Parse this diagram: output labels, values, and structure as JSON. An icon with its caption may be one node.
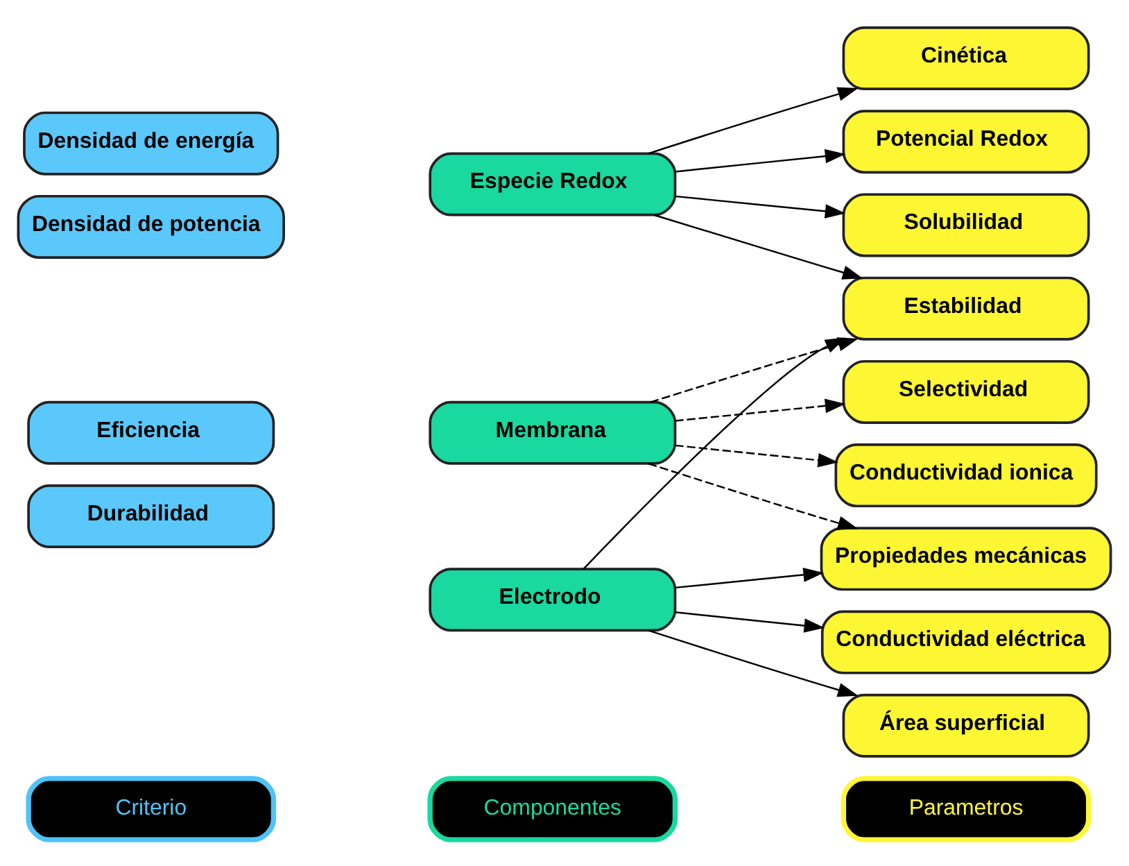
{
  "diagram": {
    "nodes": [
      {
        "text": [
          "Criterio"
        ]
      },
      {
        "text": [
          "Componentes"
        ]
      },
      {
        "text": [
          "Parametros"
        ]
      },
      {
        "text": [
          "Densidad de energía"
        ]
      },
      {
        "text": [
          "Densidad de potencia"
        ]
      },
      {
        "text": [
          "Eficiencia"
        ]
      },
      {
        "text": [
          "Durabilidad"
        ]
      },
      {
        "text": [
          "Especie Redox"
        ]
      },
      {
        "text": [
          "Membrana"
        ]
      },
      {
        "text": [
          "Electrodo"
        ]
      },
      {
        "text": [
          "Cinética"
        ]
      },
      {
        "text": [
          "Potencial Redox"
        ]
      },
      {
        "text": [
          "Solubilidad"
        ]
      },
      {
        "text": [
          "Estabilidad"
        ]
      },
      {
        "text": [
          "Selectividad"
        ]
      },
      {
        "text": [
          "Conductividad ionica"
        ]
      },
      {
        "text": [
          "Propiedades mecánicas"
        ]
      },
      {
        "text": [
          "Área superficial"
        ]
      },
      {
        "text": [
          "Conductividad eléctrica"
        ]
      }
    ],
    "edges": [
      {
        "from": 7,
        "to": 10,
        "arrow": "to"
      },
      {
        "from": 7,
        "to": 11,
        "arrow": "to"
      },
      {
        "from": 7,
        "to": 12,
        "arrow": "to"
      },
      {
        "from": 7,
        "to": 13,
        "arrow": "to"
      },
      {
        "from": 8,
        "to": 13,
        "arrow": "to",
        "style": "dashed"
      },
      {
        "from": 8,
        "to": 14,
        "arrow": "to",
        "style": "dashed"
      },
      {
        "from": 8,
        "to": 15,
        "arrow": "to",
        "style": "dashed"
      },
      {
        "from": 8,
        "to": 16,
        "arrow": "to",
        "style": "dashed"
      },
      {
        "from": 9,
        "to": 13,
        "arrow": "to"
      },
      {
        "from": 9,
        "to": 16,
        "arrow": "to"
      },
      {
        "from": 9,
        "to": 17,
        "arrow": "to"
      },
      {
        "from": 9,
        "to": 18,
        "arrow": "to"
      }
    ]
  }
}
